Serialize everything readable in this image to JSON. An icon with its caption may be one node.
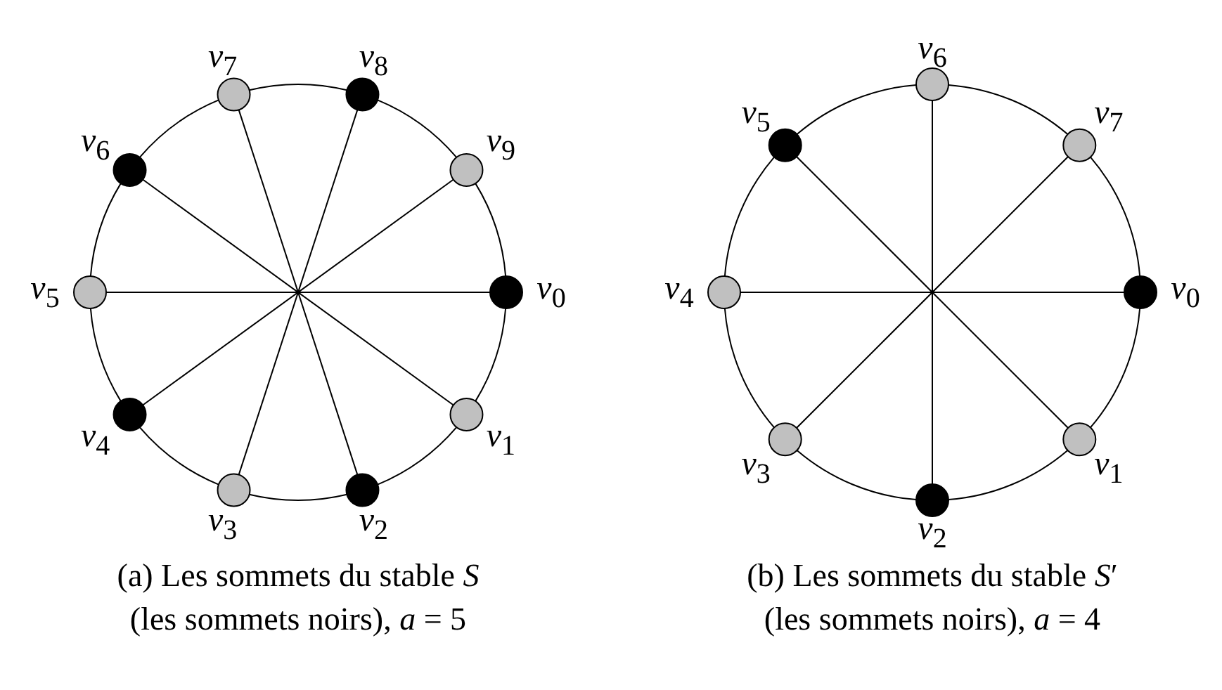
{
  "diagram": {
    "nodes": [
      {
        "text": [],
        "shape": "circle",
        "beside": [
          "*v*$_{0}$"
        ]
      },
      {
        "text": [],
        "shape": "circle",
        "beside": [
          "*v*$_{1}$"
        ]
      },
      {
        "text": [],
        "shape": "circle",
        "beside": [
          "*v*$_{2}$"
        ]
      },
      {
        "text": [],
        "shape": "circle",
        "beside": [
          "*v*$_{3}$"
        ]
      },
      {
        "text": [],
        "shape": "circle",
        "beside": [
          "*v*$_{4}$"
        ]
      },
      {
        "text": [],
        "shape": "circle",
        "beside": [
          "*v*$_{5}$"
        ]
      },
      {
        "text": [],
        "shape": "circle",
        "beside": [
          "*v*$_{6}$"
        ]
      },
      {
        "text": [],
        "shape": "circle",
        "beside": [
          "*v*$_{7}$"
        ]
      },
      {
        "text": [],
        "shape": "circle",
        "beside": [
          "*v*$_{8}$"
        ]
      },
      {
        "text": [],
        "shape": "circle",
        "beside": [
          "*v*$_{9}$"
        ]
      },
      {
        "text": [],
        "shape": "circle",
        "beside": [
          "*v*$_{0}$"
        ]
      },
      {
        "text": [],
        "shape": "circle",
        "beside": [
          "*v*$_{1}$"
        ]
      },
      {
        "text": [],
        "shape": "circle",
        "beside": [
          "*v*$_{2}$"
        ]
      },
      {
        "text": [],
        "shape": "circle",
        "beside": [
          "*v*$_{3}$"
        ]
      },
      {
        "text": [],
        "shape": "circle",
        "beside": [
          "*v*$_{4}$"
        ]
      },
      {
        "text": [],
        "shape": "circle",
        "beside": [
          "*v*$_{5}$"
        ]
      },
      {
        "text": [],
        "shape": "circle",
        "beside": [
          "*v*$_{6}$"
        ]
      },
      {
        "text": [],
        "shape": "circle",
        "beside": [
          "*v*$_{7}$"
        ]
      }
    ],
    "edges": [
      {
        "from": 0,
        "to": 1,
        "arrow": "none"
      },
      {
        "from": 1,
        "to": 2,
        "arrow": "none"
      },
      {
        "from": 2,
        "to": 3,
        "arrow": "none"
      },
      {
        "from": 3,
        "to": 4,
        "arrow": "none"
      },
      {
        "from": 4,
        "to": 5,
        "arrow": "none"
      },
      {
        "from": 5,
        "to": 6,
        "arrow": "none"
      },
      {
        "from": 6,
        "to": 7,
        "arrow": "none"
      },
      {
        "from": 7,
        "to": 8,
        "arrow": "none"
      },
      {
        "from": 8,
        "to": 9,
        "arrow": "none"
      },
      {
        "from": 9,
        "to": 0,
        "arrow": "none"
      },
      {
        "from": 0,
        "to": 5,
        "arrow": "none"
      },
      {
        "from": 1,
        "to": 6,
        "arrow": "none"
      },
      {
        "from": 2,
        "to": 7,
        "arrow": "none"
      },
      {
        "from": 3,
        "to": 8,
        "arrow": "none"
      },
      {
        "from": 4,
        "to": 9,
        "arrow": "none"
      },
      {
        "from": 10,
        "to": 11,
        "arrow": "none"
      },
      {
        "from": 11,
        "to": 12,
        "arrow": "none"
      },
      {
        "from": 12,
        "to": 13,
        "arrow": "none"
      },
      {
        "from": 13,
        "to": 14,
        "arrow": "none"
      },
      {
        "from": 14,
        "to": 15,
        "arrow": "none"
      },
      {
        "from": 15,
        "to": 16,
        "arrow": "none"
      },
      {
        "from": 16,
        "to": 17,
        "arrow": "none"
      },
      {
        "from": 17,
        "to": 10,
        "arrow": "none"
      },
      {
        "from": 10,
        "to": 14,
        "arrow": "none"
      },
      {
        "from": 11,
        "to": 15,
        "arrow": "none"
      },
      {
        "from": 12,
        "to": 16,
        "arrow": "none"
      },
      {
        "from": 13,
        "to": 17,
        "arrow": "none"
      }
    ],
    "labels": [
      "(a) Les sommets du stable *S* (les sommets noirs), *a* = 5",
      "(b) Les sommets du stable *S*′ (les sommets noirs), *a* = 4"
    ]
  }
}
